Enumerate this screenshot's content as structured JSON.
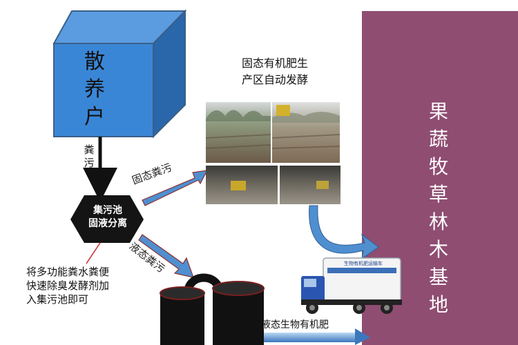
{
  "nodes": {
    "household": [
      "散",
      "养",
      "户"
    ],
    "collection_pool": [
      "集污池",
      "固液分离"
    ],
    "base": [
      "果",
      "蔬",
      "牧",
      "草",
      "林",
      "木",
      "基",
      "地"
    ]
  },
  "flows": {
    "manure": [
      "粪",
      "污"
    ],
    "solid_manure": "固态粪污",
    "liquid_manure": "液态粪污",
    "liquid_fertilizer": "液态生物有机肥"
  },
  "photo_caption": [
    "固态有机肥生",
    "产区自动发酵"
  ],
  "note": [
    "将多功能粪水粪便",
    "快速除臭发酵剂加",
    "入集污池即可"
  ],
  "truck_sign": "生物有机肥运输车",
  "colors": {
    "cube_front": "#3a86d6",
    "base_fill": "#8f4d72",
    "arrow_blue": "#4f8fd0",
    "hexagon": "#141414"
  }
}
